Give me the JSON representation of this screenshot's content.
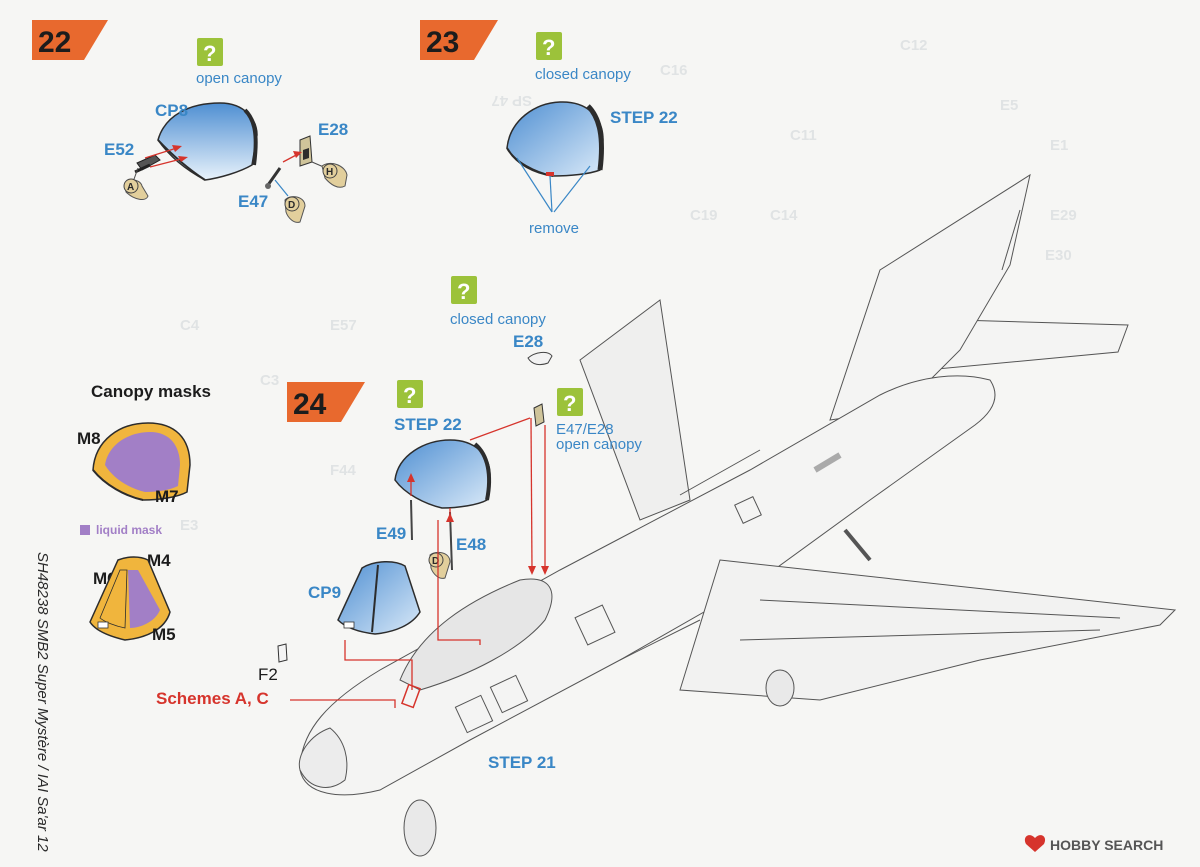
{
  "steps": {
    "step22": {
      "number": "22",
      "hint": "open canopy",
      "parts": {
        "canopy": "CP8",
        "lever": "E52",
        "handle": "E28",
        "rod": "E47"
      },
      "callouts": {
        "a": "A",
        "h": "H",
        "d": "D"
      }
    },
    "step23": {
      "number": "23",
      "hint": "closed canopy",
      "ref": "STEP 22",
      "remove": "remove"
    },
    "step24": {
      "number": "24",
      "hint_closed": "closed canopy",
      "part_closed": "E28",
      "ref_top": "STEP 22",
      "hint_open_part": "E47/E28",
      "hint_open": "open canopy",
      "parts": {
        "strut_left": "E49",
        "strut_right": "E48",
        "canopy": "CP9",
        "part_f2": "F2"
      },
      "callout_d": "D",
      "schemes": "Schemes A, C",
      "ref_bottom": "STEP 21"
    }
  },
  "masks": {
    "title": "Canopy masks",
    "m8": "M8",
    "m7": "M7",
    "m4": "M4",
    "m6": "M6",
    "m5": "M5",
    "legend": "liquid mask"
  },
  "side_text": "SH48238 SMB2 Super Mystère / IAI Sa'ar 12",
  "watermark": "HOBBY SEARCH",
  "colors": {
    "step_banner": "#e8692e",
    "hint_box": "#9cc23a",
    "label_blue": "#3a87c6",
    "label_red": "#d6342c",
    "mask_liquid": "#a27fc6",
    "mask_tape": "#f0b53d",
    "glass": "#8ab8e6"
  },
  "icons": {
    "hint": "question-mark-icon",
    "logo": "hobby-search-logo-icon"
  }
}
